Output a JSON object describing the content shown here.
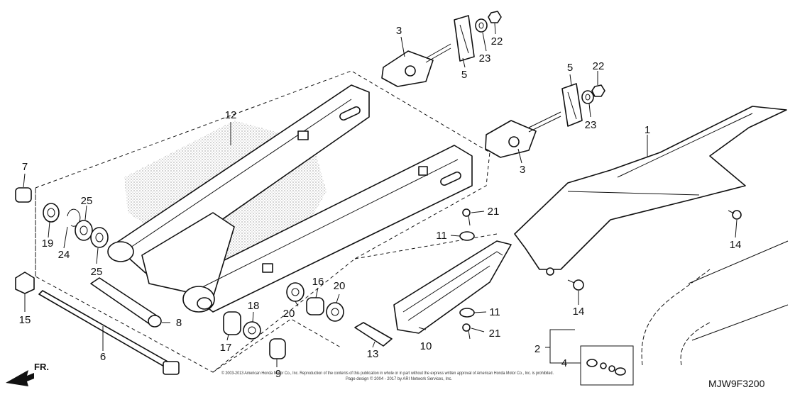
{
  "diagram": {
    "code": "MJW9F3200",
    "direction_label": "FR.",
    "copyright_line1": "© 2003-2013 American Honda Motor Co., Inc. Reproduction of the contents of this publication in whole or in part without the express written approval of American Honda Motor Co., Inc. is prohibited.",
    "copyright_line2": "Page design © 2004 - 2017 by ARI Network Services, Inc.",
    "callouts": [
      {
        "n": "1"
      },
      {
        "n": "2"
      },
      {
        "n": "3"
      },
      {
        "n": "3"
      },
      {
        "n": "4"
      },
      {
        "n": "5"
      },
      {
        "n": "5"
      },
      {
        "n": "6"
      },
      {
        "n": "7"
      },
      {
        "n": "8"
      },
      {
        "n": "9"
      },
      {
        "n": "10"
      },
      {
        "n": "11"
      },
      {
        "n": "11"
      },
      {
        "n": "12"
      },
      {
        "n": "13"
      },
      {
        "n": "14"
      },
      {
        "n": "14"
      },
      {
        "n": "15"
      },
      {
        "n": "16"
      },
      {
        "n": "17"
      },
      {
        "n": "18"
      },
      {
        "n": "19"
      },
      {
        "n": "20"
      },
      {
        "n": "20"
      },
      {
        "n": "21"
      },
      {
        "n": "21"
      },
      {
        "n": "22"
      },
      {
        "n": "22"
      },
      {
        "n": "23"
      },
      {
        "n": "23"
      },
      {
        "n": "24"
      },
      {
        "n": "25"
      },
      {
        "n": "25"
      }
    ]
  }
}
